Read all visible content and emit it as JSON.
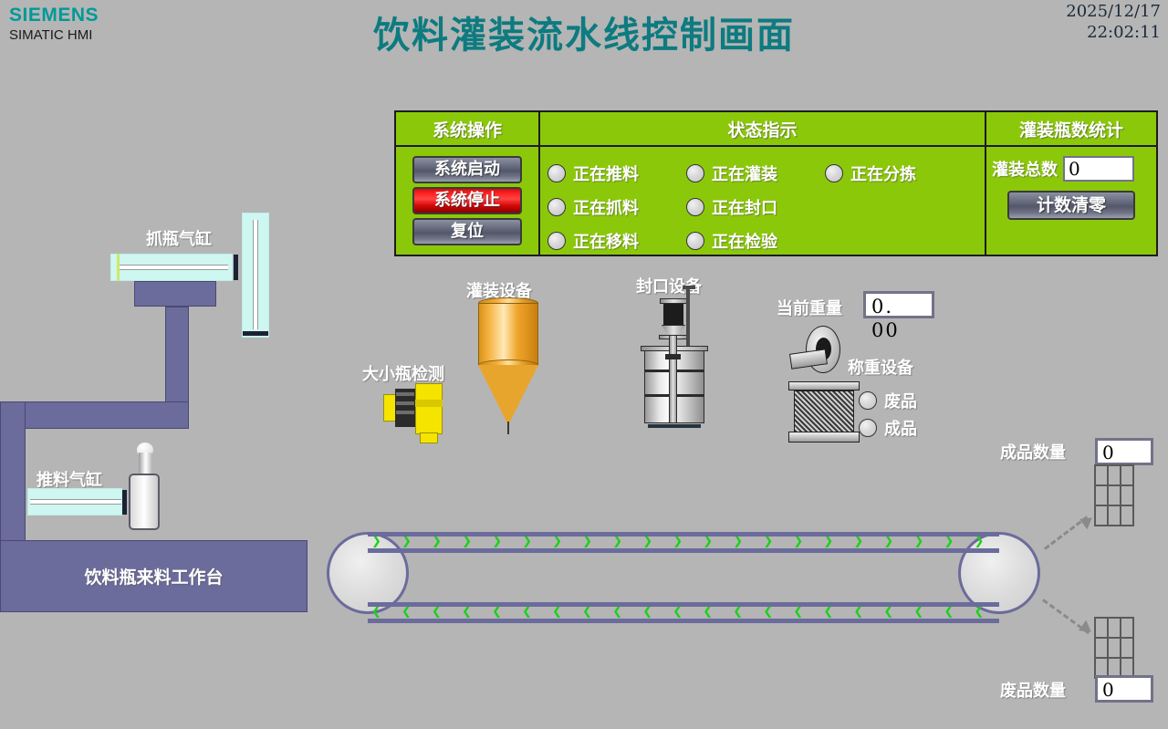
{
  "header": {
    "brand": "SIEMENS",
    "brand_sub": "SIMATIC HMI",
    "title": "饮料灌装流水线控制画面",
    "date": "2025/12/17",
    "time": "22:02:11",
    "brand_color": "#009999",
    "title_color": "#0d7b80"
  },
  "panel": {
    "operations": {
      "header": "系统操作",
      "buttons": [
        {
          "label": "系统启动",
          "style": "normal"
        },
        {
          "label": "系统停止",
          "style": "stop"
        },
        {
          "label": "复位",
          "style": "normal"
        }
      ]
    },
    "status": {
      "header": "状态指示",
      "rows": [
        [
          {
            "label": "正在推料",
            "on": false
          },
          {
            "label": "正在灌装",
            "on": false
          },
          {
            "label": "正在分拣",
            "on": false
          }
        ],
        [
          {
            "label": "正在抓料",
            "on": false
          },
          {
            "label": "正在封口",
            "on": false
          }
        ],
        [
          {
            "label": "正在移料",
            "on": false
          },
          {
            "label": "正在检验",
            "on": false
          }
        ]
      ]
    },
    "counter": {
      "header": "灌装瓶数统计",
      "total_label": "灌装总数",
      "total_value": "0",
      "clear_button": "计数清零"
    },
    "panel_bg": "#8cc80a"
  },
  "equipment": {
    "gripper_cylinder": "抓瓶气缸",
    "push_cylinder": "推料气缸",
    "worktable": "饮料瓶来料工作台",
    "bottle_size_sensor": "大小瓶检测",
    "filling_device": "灌装设备",
    "sealing_device": "封口设备",
    "weighing_device": "称重设备",
    "weight_label": "当前重量",
    "weight_value": "0. 00",
    "reject_lamp": "废品",
    "good_lamp": "成品"
  },
  "outputs": {
    "good_label": "成品数量",
    "good_value": "0",
    "reject_label": "废品数量",
    "reject_value": "0"
  },
  "conveyor": {
    "top_arrows": "❯ ❯ ❯ ❯ ❯ ❯ ❯ ❯ ❯ ❯ ❯ ❯ ❯ ❯ ❯ ❯ ❯ ❯ ❯ ❯ ❯ ❯ ❯ ❯ ❯ ❯ ❯ ❯ ❯ ❯ ❯ ❯ ❯ ❯",
    "bottom_arrows": "❮ ❮ ❮ ❮ ❮ ❮ ❮ ❮ ❮ ❮ ❮ ❮ ❮ ❮ ❮ ❮ ❮ ❮ ❮ ❮ ❮ ❮ ❮ ❮ ❮ ❮ ❮ ❮ ❮ ❮ ❮ ❮ ❮ ❮",
    "arrow_color": "#16d316"
  }
}
